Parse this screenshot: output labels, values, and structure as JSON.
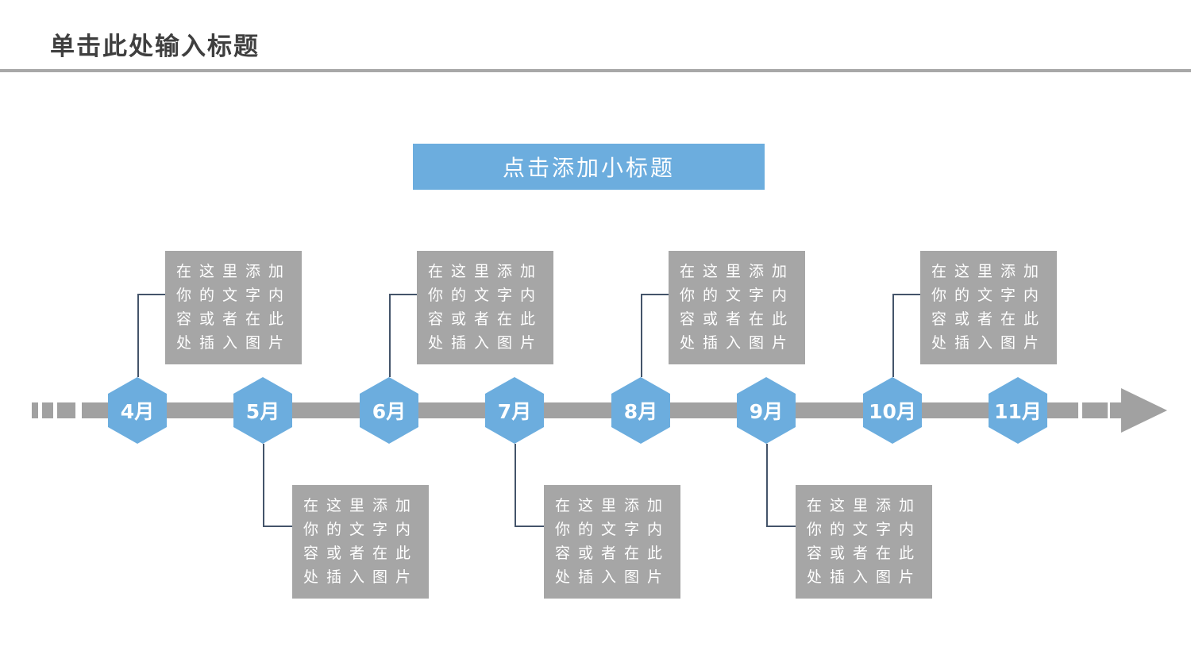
{
  "title": "单击此处输入标题",
  "subtitle": "点击添加小标题",
  "colors": {
    "accent_blue": "#6cadde",
    "bar_gray": "#a1a1a1",
    "box_gray": "#a6a6a6",
    "title_gray": "#3f3f3f",
    "connector": "#44546a",
    "text_white": "#ffffff"
  },
  "timeline": {
    "direction": "left-to-right",
    "months": [
      {
        "label": "4月",
        "note_position": "above",
        "note": "在这里添加你的文字内容或者在此处插入图片"
      },
      {
        "label": "5月",
        "note_position": "below",
        "note": "在这里添加你的文字内容或者在此处插入图片"
      },
      {
        "label": "6月",
        "note_position": "above",
        "note": "在这里添加你的文字内容或者在此处插入图片"
      },
      {
        "label": "7月",
        "note_position": "below",
        "note": "在这里添加你的文字内容或者在此处插入图片"
      },
      {
        "label": "8月",
        "note_position": "above",
        "note": "在这里添加你的文字内容或者在此处插入图片"
      },
      {
        "label": "9月",
        "note_position": "below",
        "note": "在这里添加你的文字内容或者在此处插入图片"
      },
      {
        "label": "10月",
        "note_position": "above",
        "note": "在这里添加你的文字内容或者在此处插入图片"
      },
      {
        "label": "11月",
        "note_position": "none",
        "note": ""
      }
    ]
  }
}
